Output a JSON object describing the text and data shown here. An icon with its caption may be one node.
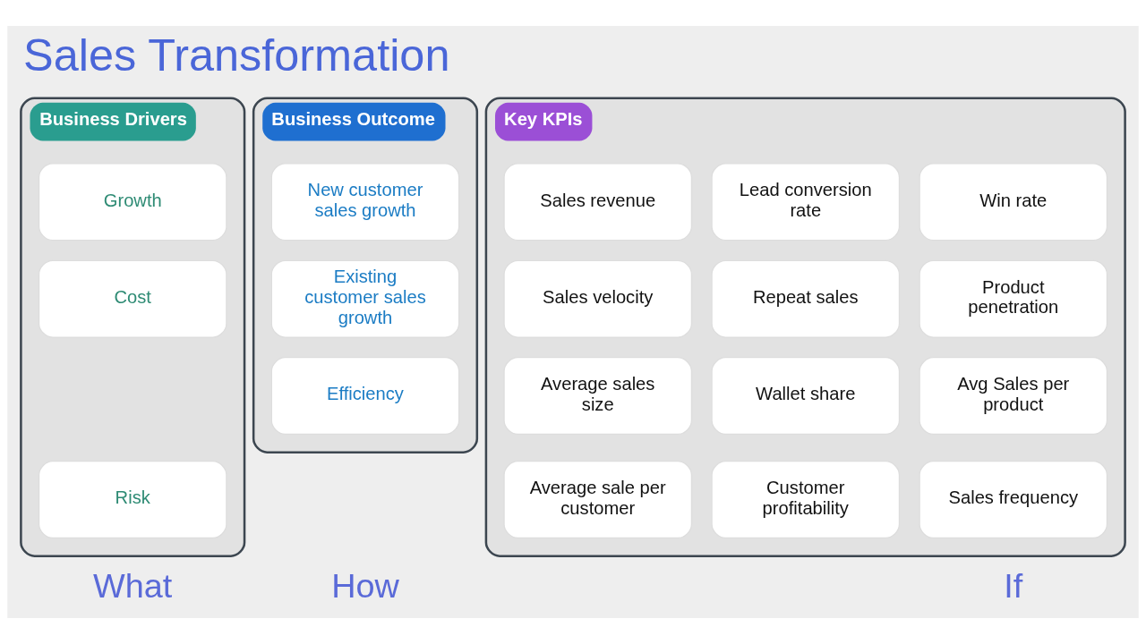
{
  "diagram": {
    "title": "Sales Transformation",
    "nodes": [
      {
        "text": [
          "Business Drivers"
        ]
      },
      {
        "text": [
          "Growth"
        ],
        "in": 0
      },
      {
        "text": [
          "Cost"
        ],
        "in": 0
      },
      {
        "text": [
          "Risk"
        ],
        "in": 0
      },
      {
        "text": [
          "Business Outcome"
        ]
      },
      {
        "text": [
          "New customer sales growth"
        ],
        "in": 4
      },
      {
        "text": [
          "Existing customer sales growth"
        ],
        "in": 4
      },
      {
        "text": [
          "Efficiency"
        ],
        "in": 4
      },
      {
        "text": [
          "Key KPIs"
        ]
      },
      {
        "text": [
          "Sales revenue"
        ],
        "in": 8
      },
      {
        "text": [
          "Lead conversion rate"
        ],
        "in": 8
      },
      {
        "text": [
          "Win rate"
        ],
        "in": 8
      },
      {
        "text": [
          "Sales velocity"
        ],
        "in": 8
      },
      {
        "text": [
          "Repeat sales"
        ],
        "in": 8
      },
      {
        "text": [
          "Product penetration"
        ],
        "in": 8
      },
      {
        "text": [
          "Average sales size"
        ],
        "in": 8
      },
      {
        "text": [
          "Wallet share"
        ],
        "in": 8
      },
      {
        "text": [
          "Avg Sales per product"
        ],
        "in": 8
      },
      {
        "text": [
          "Average sale per customer"
        ],
        "in": 8
      },
      {
        "text": [
          "Customer profitability"
        ],
        "in": 8
      },
      {
        "text": [
          "Sales frequency"
        ],
        "in": 8
      }
    ],
    "labels": [
      "What",
      "How",
      "If"
    ]
  }
}
